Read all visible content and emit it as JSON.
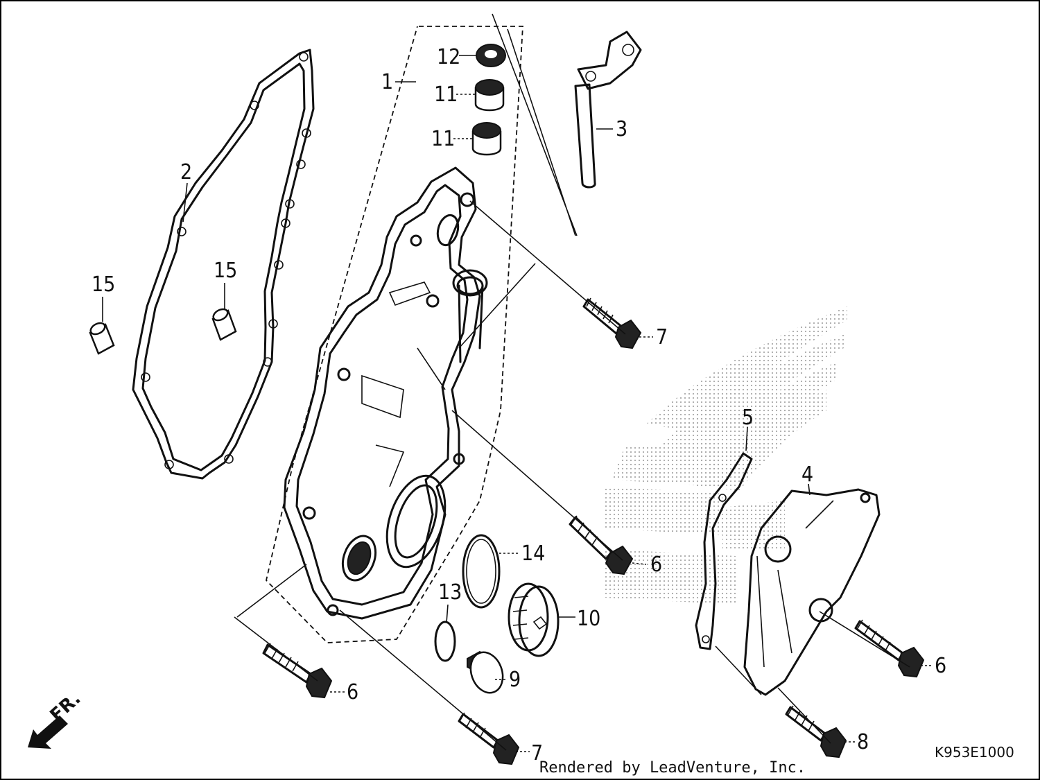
{
  "diagram": {
    "callouts": {
      "c1": "1",
      "c2": "2",
      "c3": "3",
      "c4": "4",
      "c5": "5",
      "c6a": "6",
      "c6b": "6",
      "c6c": "6",
      "c7a": "7",
      "c7b": "7",
      "c8": "8",
      "c9": "9",
      "c10": "10",
      "c11a": "11",
      "c11b": "11",
      "c12": "12",
      "c13": "13",
      "c14": "14",
      "c15a": "15",
      "c15b": "15"
    },
    "front_indicator": "FR.",
    "diagram_code": "K953E1000",
    "credit": "Rendered by LeadVenture, Inc."
  }
}
